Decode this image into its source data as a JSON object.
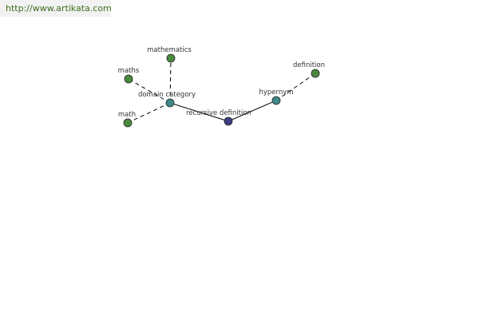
{
  "banner": {
    "url": "http://www.artikata.com"
  },
  "colors": {
    "center": "#3e3e86",
    "relation": "#3e8a8a",
    "term": "#4a8a3e"
  },
  "graph": {
    "nodes": [
      {
        "id": "recursive-definition",
        "label": "recursive definition",
        "kind": "center"
      },
      {
        "id": "domain-category",
        "label": "domain category",
        "kind": "relation"
      },
      {
        "id": "hypernym",
        "label": "hypernym",
        "kind": "relation"
      },
      {
        "id": "mathematics",
        "label": "mathematics",
        "kind": "term"
      },
      {
        "id": "maths",
        "label": "maths",
        "kind": "term"
      },
      {
        "id": "math",
        "label": "math",
        "kind": "term"
      },
      {
        "id": "definition",
        "label": "definition",
        "kind": "term"
      }
    ],
    "edges": [
      {
        "from": "recursive-definition",
        "to": "domain-category",
        "style": "solid"
      },
      {
        "from": "recursive-definition",
        "to": "hypernym",
        "style": "solid"
      },
      {
        "from": "domain-category",
        "to": "mathematics",
        "style": "dashed"
      },
      {
        "from": "domain-category",
        "to": "maths",
        "style": "dashed"
      },
      {
        "from": "domain-category",
        "to": "math",
        "style": "dashed"
      },
      {
        "from": "hypernym",
        "to": "definition",
        "style": "dashed"
      }
    ]
  }
}
